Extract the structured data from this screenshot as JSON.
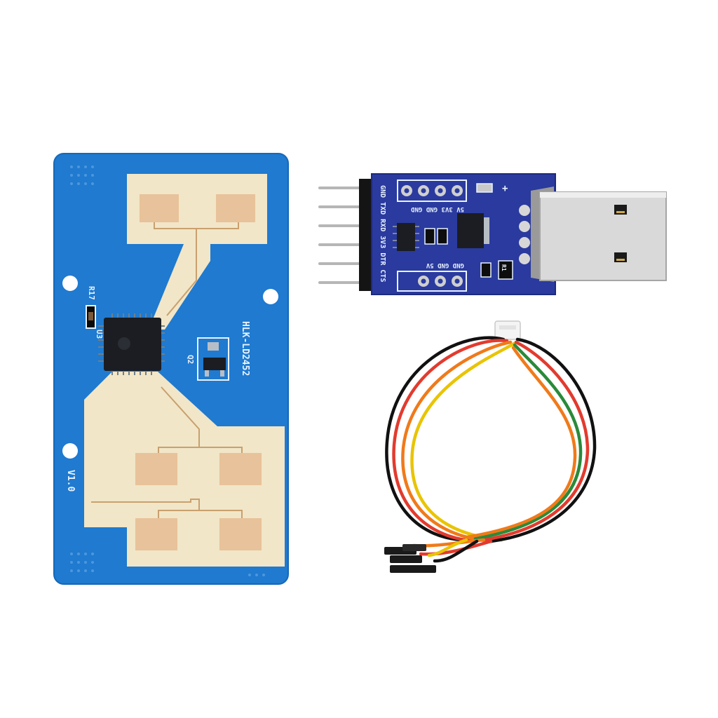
{
  "colors": {
    "radar_pcb": "#1f7ad0",
    "antenna_pad": "#f1e6c8",
    "patch": "#e8c29a",
    "usb_pcb": "#2a3a9e",
    "usb_plug": "#d9d9d9",
    "wire_colors": [
      "#e23b2e",
      "#f07a1a",
      "#e9c400",
      "#2a8a3a",
      "#111111"
    ]
  },
  "radar_board": {
    "model_label": "HLK-LD2452",
    "version_label": "V1.0",
    "u3_label": "U3",
    "r17_label": "R17",
    "q2_label": "Q2",
    "icons": [
      "mounting-hole-icon",
      "chip-icon",
      "transistor-icon"
    ]
  },
  "usb_adapter": {
    "pin_header_label": "GND TXD RXD 3V3 DTR CTS",
    "top_labels": "5V 3V3 GND GND",
    "bottom_labels": "GND GND 5V",
    "plus_mark": "+",
    "r1_label": "R1"
  },
  "cable": {
    "connector_icon": "jst-connector-icon",
    "dupont_icon": "dupont-terminal-icon"
  }
}
